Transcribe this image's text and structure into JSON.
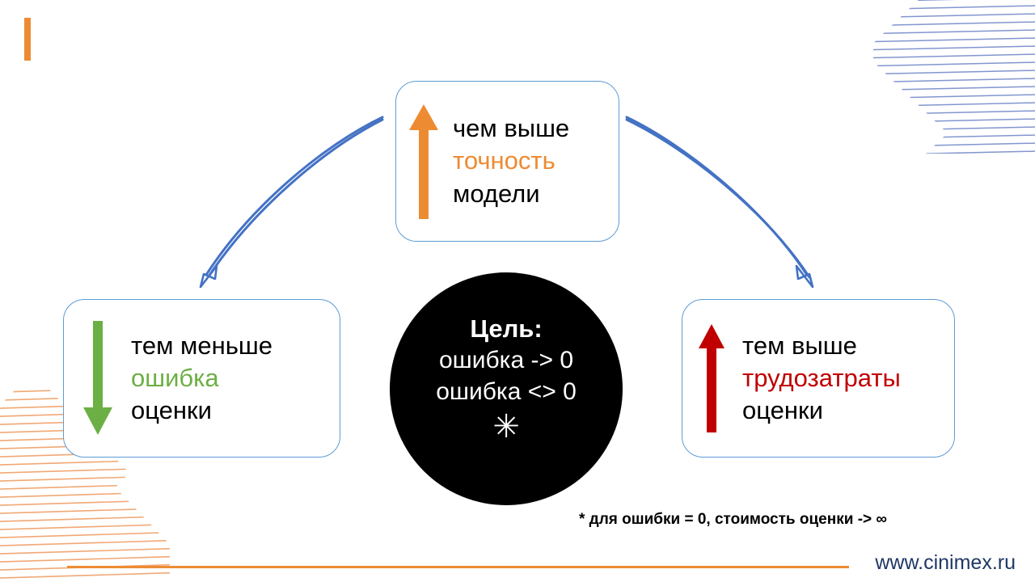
{
  "slide": {
    "accent_bar_color": "#ED8B33",
    "box_border_color": "#5B9BD5",
    "circle_color": "#000000",
    "arrow_color": "#4472C4"
  },
  "boxes": {
    "top": {
      "arrow_icon": "arrow-up-icon",
      "arrow_color": "#ED8B33",
      "lines": [
        {
          "text": "чем выше",
          "accent": "none"
        },
        {
          "text": "точность",
          "accent": "orange"
        },
        {
          "text": "модели",
          "accent": "none"
        }
      ]
    },
    "left": {
      "arrow_icon": "arrow-down-icon",
      "arrow_color": "#6CAF44",
      "lines": [
        {
          "text": "тем меньше",
          "accent": "none"
        },
        {
          "text": "ошибка",
          "accent": "green"
        },
        {
          "text": "оценки",
          "accent": "none"
        }
      ]
    },
    "right": {
      "arrow_icon": "arrow-up-icon",
      "arrow_color": "#C00000",
      "lines": [
        {
          "text": "тем выше",
          "accent": "none"
        },
        {
          "text": "трудозатраты",
          "accent": "red"
        },
        {
          "text": "оценки",
          "accent": "none"
        }
      ]
    }
  },
  "goal_circle": {
    "title": "Цель:",
    "line1": "ошибка -> 0",
    "line2": "ошибка <> 0",
    "asterisk": "✳"
  },
  "footnote": {
    "text": "* для ошибки = 0, стоимость оценки -> ∞"
  },
  "footer": {
    "url": "www.cinimex.ru",
    "url_color": "#1F3864",
    "rule_color": "#ED8B33"
  },
  "decorations": {
    "top_right_pattern": "diamond-hatch-blue",
    "bottom_left_pattern": "diamond-hatch-orange",
    "top_right_color": "#8296CE",
    "bottom_left_color": "#F0A875"
  }
}
